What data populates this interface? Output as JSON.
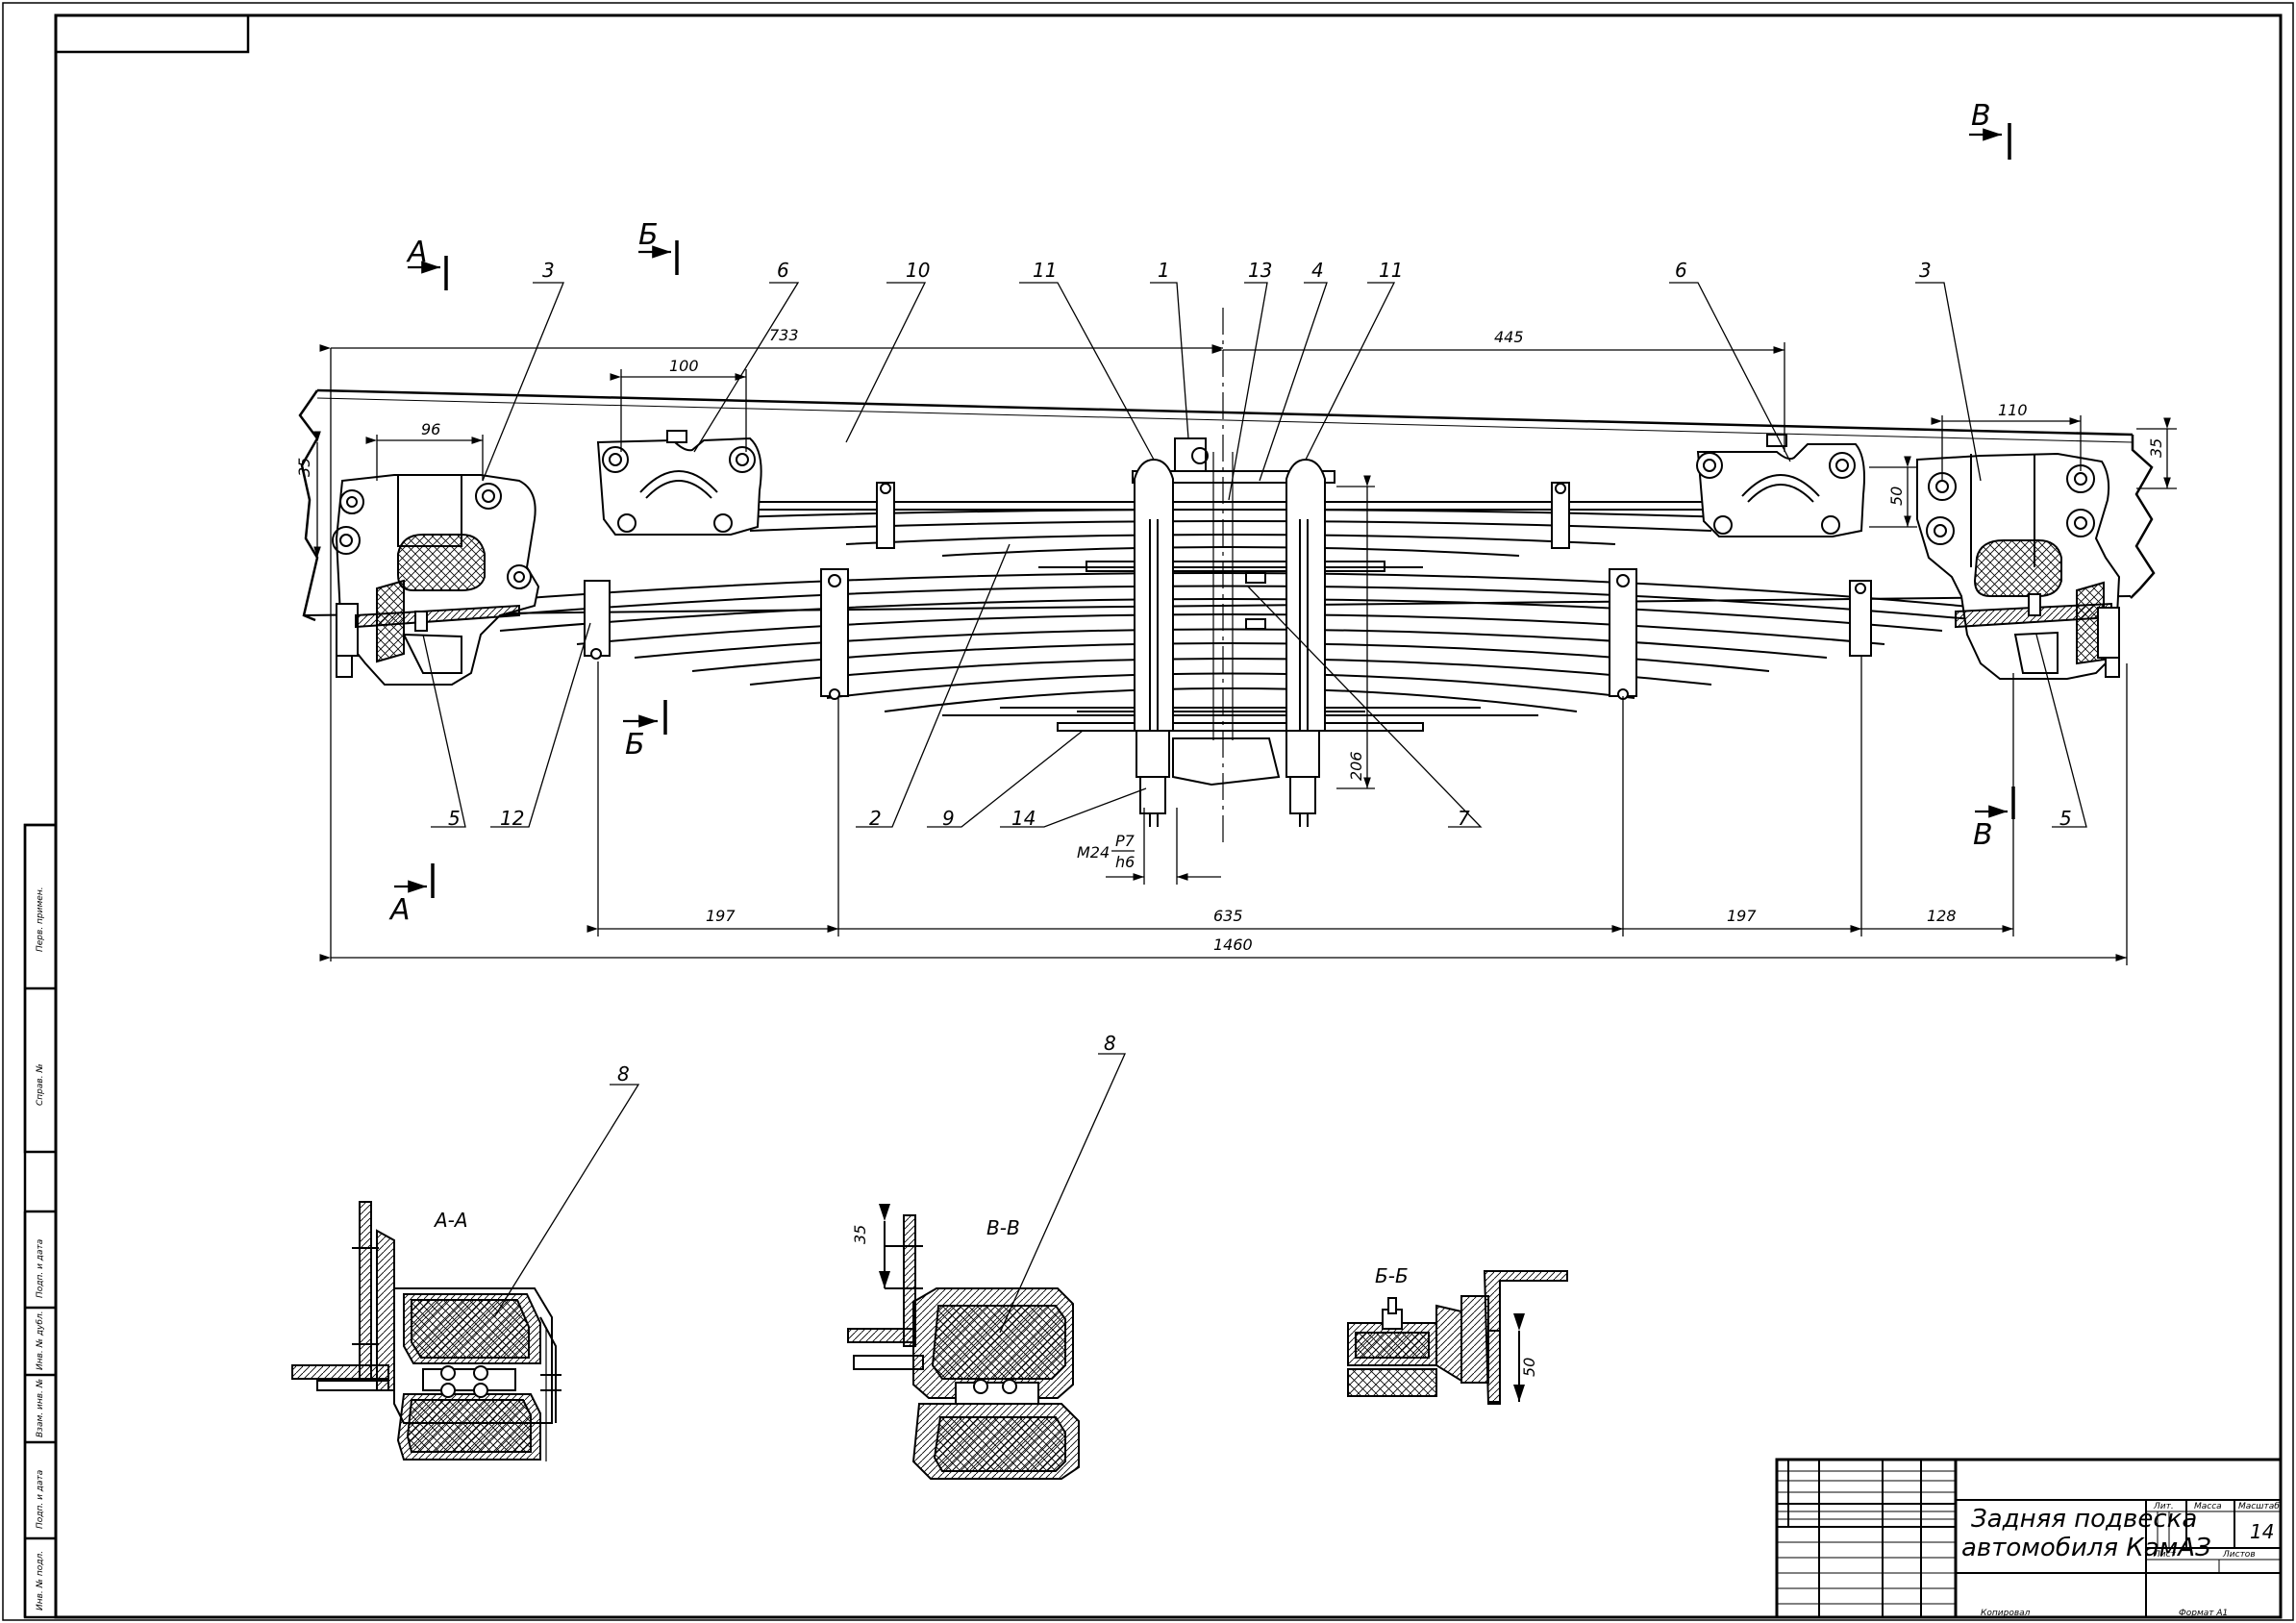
{
  "drawing": {
    "title_line1": "Задняя подвеска",
    "title_line2": "автомобиля КамАЗ",
    "sheet_number": "14"
  },
  "callouts": {
    "c3_left": "3",
    "c6_left": "6",
    "c10": "10",
    "c11_left": "11",
    "c1": "1",
    "c13": "13",
    "c4": "4",
    "c11_right": "11",
    "c6_right": "6",
    "c3_right": "3",
    "c5_left": "5",
    "c12": "12",
    "c2": "2",
    "c9": "9",
    "c14": "14",
    "c7": "7",
    "c5_right": "5",
    "c8_aa": "8",
    "c8_vv": "8"
  },
  "dimensions": {
    "d733": "733",
    "d445": "445",
    "d100": "100",
    "d96": "96",
    "d110": "110",
    "d35_right": "35",
    "d35_left": "35",
    "d50": "50",
    "d206": "206",
    "thread_main": "M24",
    "thread_fit_top": "P7",
    "thread_fit_bottom": "h6",
    "d197_left": "197",
    "d635": "635",
    "d197_right": "197",
    "d128": "128",
    "d1460": "1460",
    "d35_vv": "35",
    "d50_bb": "50"
  },
  "section_marks": {
    "a_top": "А",
    "b_top": "Б",
    "v_top": "В",
    "b_bottom": "Б",
    "a_bottom": "А",
    "v_bottom": "В"
  },
  "section_titles": {
    "aa": "А-А",
    "vv": "В-В",
    "bb": "Б-Б"
  },
  "side_strip": {
    "cell1": "Перв. примен.",
    "cell2": "Справ. №",
    "cell3": "Подп. и дата",
    "cell4": "Инв. № дубл.",
    "cell5": "Взам. инв. №",
    "cell6": "Подп. и дата",
    "cell7": "Инв. № подл."
  },
  "title_block_headers": {
    "lit": "Лит.",
    "mass": "Масса",
    "scale": "Масштаб",
    "sheet": "Лист",
    "sheets": "Листов",
    "copied": "Копировал",
    "format": "Формат А1"
  }
}
